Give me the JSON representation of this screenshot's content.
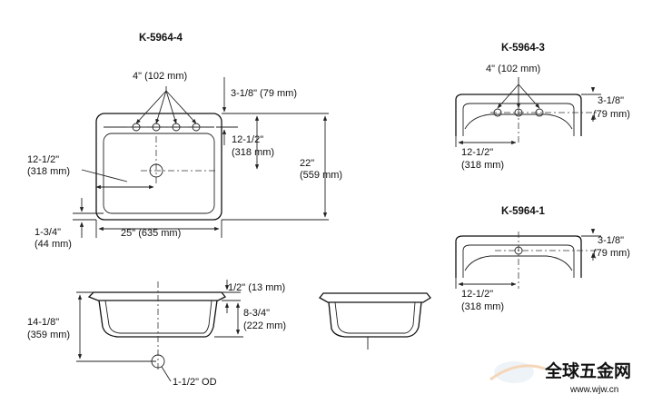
{
  "models": {
    "k5964_4": "K-5964-4",
    "k5964_3": "K-5964-3",
    "k5964_1": "K-5964-1"
  },
  "top_view": {
    "faucet_spacing_in": "4\" (102 mm)",
    "back_offset_in": "3-1/8\" (79 mm)",
    "drain_to_back_in": "12-1/2\"",
    "drain_to_back_mm": "(318 mm)",
    "drain_to_left_in": "12-1/2\"",
    "drain_to_left_mm": "(318 mm)",
    "depth_in": "22\"",
    "depth_mm": "(559 mm)",
    "width": "25\" (635 mm)",
    "rim_in": "1-3/4\"",
    "rim_mm": "(44 mm)"
  },
  "section_view": {
    "rim_thickness": "1/2\" (13 mm)",
    "bowl_depth_in": "8-3/4\"",
    "bowl_depth_mm": "(222 mm)",
    "overall_depth_in": "14-1/8\"",
    "overall_depth_mm": "(359 mm)",
    "drain_od": "1-1/2\" OD"
  },
  "view_3": {
    "faucet_spacing": "4\" (102 mm)",
    "offset_in": "3-1/8\"",
    "offset_mm": "(79 mm)",
    "drain_in": "12-1/2\"",
    "drain_mm": "(318 mm)"
  },
  "view_1": {
    "offset_in": "3-1/8\"",
    "offset_mm": "(79 mm)",
    "drain_in": "12-1/2\"",
    "drain_mm": "(318 mm)"
  },
  "watermark": {
    "brand": "全球五金网",
    "url": "www.wjw.cn"
  }
}
